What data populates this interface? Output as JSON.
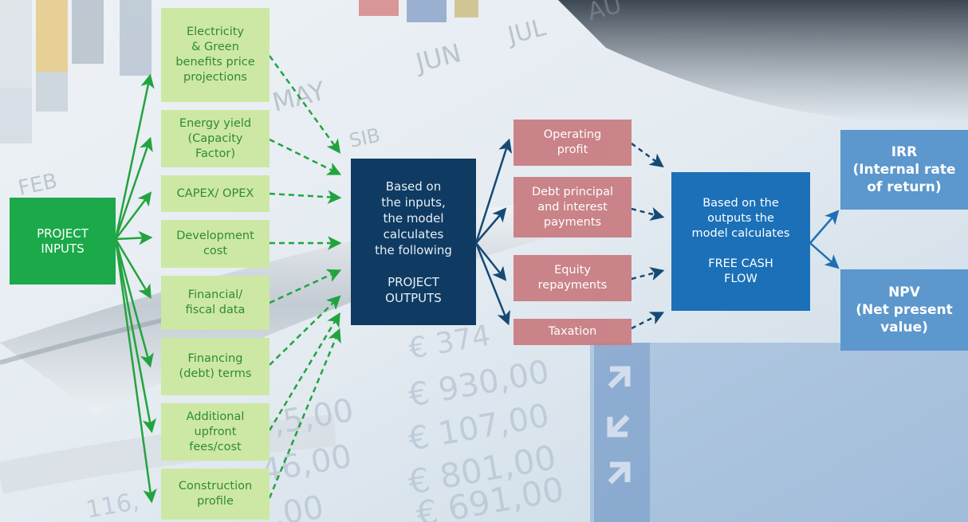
{
  "diagram": {
    "root": "PROJECT\nINPUTS",
    "inputs": [
      "Electricity\n& Green\nbenefits price\nprojections",
      "Energy yield\n(Capacity\nFactor)",
      "CAPEX/ OPEX",
      "Development\ncost",
      "Financial/\nfiscal data",
      "Financing\n(debt) terms",
      "Additional\nupfront\nfees/cost",
      "Construction\nprofile"
    ],
    "calc1": "Based on\nthe inputs,\nthe model\ncalculates\nthe following\n\nPROJECT\nOUTPUTS",
    "outputs": [
      "Operating\nprofit",
      "Debt principal\nand interest\npayments",
      "Equity\nrepayments",
      "Taxation"
    ],
    "calc2": "Based on the\noutputs the\nmodel calculates\n\nFREE CASH\nFLOW",
    "results": [
      "IRR\n(Internal rate\nof return)",
      "NPV\n(Net present\nvalue)"
    ]
  },
  "background": {
    "months": [
      "FEB",
      "SIB",
      "MAY",
      "JUN",
      "JUL",
      "AU"
    ],
    "amounts": [
      "€ 374",
      "€ 930,00",
      "€ 107,00",
      "€ 801,00",
      "€ 691,00",
      ",5,00",
      "46,00",
      "116,",
      ",00"
    ]
  },
  "colors": {
    "inputs_fill": "#cde8a4",
    "inputs_text": "#2f8a3a",
    "root_fill": "#1ba94a",
    "arrow_green": "#23a33f",
    "calc1_fill": "#0f3b62",
    "outputs_fill": "#c97e82",
    "arrow_navy": "#154a75",
    "calc2_fill": "#1b70b8",
    "results_fill": "#5c97cd",
    "arrow_blue": "#1f6fb5"
  }
}
